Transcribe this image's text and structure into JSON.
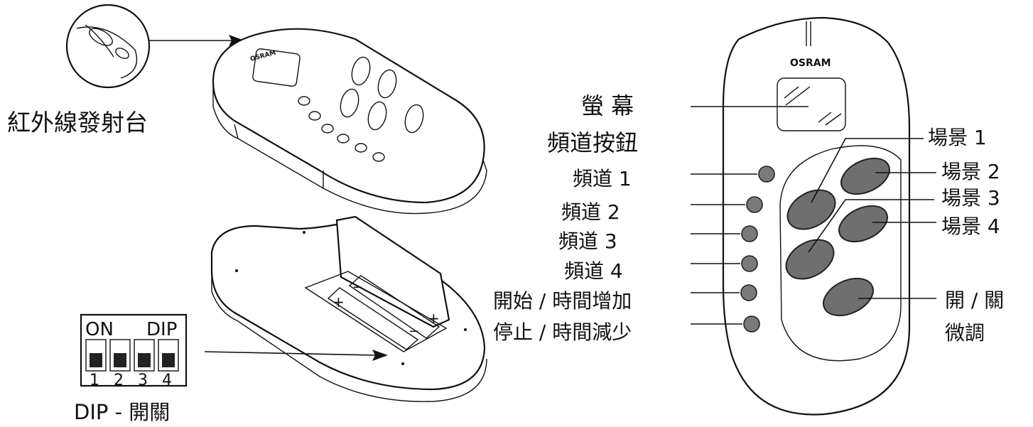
{
  "brand": "OSRAM",
  "labels": {
    "ir_transmitter": "紅外線發射台",
    "dip_switch": "DIP - 開關",
    "display": "螢 幕",
    "channel_buttons": "頻道按鈕",
    "channel_1": "頻道 1",
    "channel_2": "頻道 2",
    "channel_3": "頻道 3",
    "channel_4": "頻道 4",
    "start_time_up": "開始 / 時間增加",
    "stop_time_down": "停止 / 時間減少",
    "scene_1": "場景 1",
    "scene_2": "場景 2",
    "scene_3": "場景 3",
    "scene_4": "場景 4",
    "on_off": "開 / 關",
    "dimming": "微調"
  },
  "dip": {
    "on_label": "ON",
    "dip_label": "DIP",
    "numbers": [
      "1",
      "2",
      "3",
      "4"
    ]
  }
}
